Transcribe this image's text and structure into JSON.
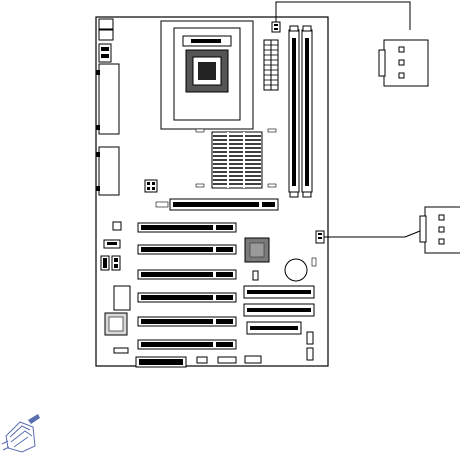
{
  "diagram": {
    "description": "",
    "connector_detail": {
      "pin_count": 3
    },
    "board_features": {
      "dimm_slots": 2,
      "pci_slots": 6,
      "agp_slots": 1,
      "ide_connectors": 2,
      "floppy_connectors": 1
    },
    "colors": {
      "line": "#000000",
      "fill_dark": "#1a1a1a",
      "fill_mid": "#7a7a7a",
      "fill_light": "#d9d9d9",
      "background": "#ffffff",
      "note_icon": "#5a6fb0"
    }
  }
}
